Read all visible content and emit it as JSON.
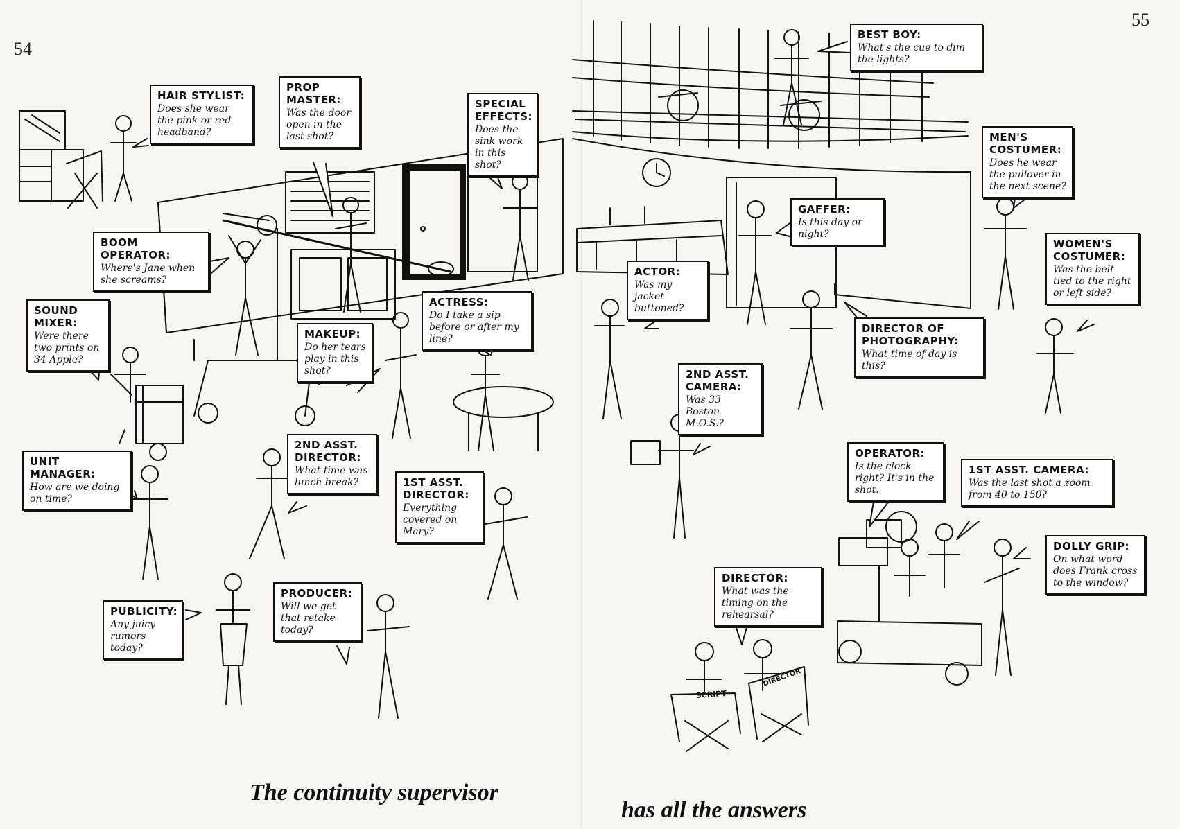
{
  "pages": {
    "left": "54",
    "right": "55"
  },
  "caption": {
    "left": "The continuity supervisor",
    "right": "has all the answers"
  },
  "bubbles": [
    {
      "id": "hair-stylist",
      "role": "Hair Stylist:",
      "question": "Does she wear the pink or red headband?"
    },
    {
      "id": "prop-master",
      "role": "Prop Master:",
      "question": "Was the door open in the last shot?"
    },
    {
      "id": "special-effects",
      "role": "Special Effects:",
      "question": "Does the sink work in this shot?"
    },
    {
      "id": "best-boy",
      "role": "Best Boy:",
      "question": "What's the cue to dim the lights?"
    },
    {
      "id": "mens-costumer",
      "role": "Men's Costumer:",
      "question": "Does he wear the pullover in the next scene?"
    },
    {
      "id": "boom-operator",
      "role": "Boom Operator:",
      "question": "Where's Jane when she screams?"
    },
    {
      "id": "gaffer",
      "role": "Gaffer:",
      "question": "Is this day or night?"
    },
    {
      "id": "womens-costumer",
      "role": "Women's Costumer:",
      "question": "Was the belt tied to the right or left side?"
    },
    {
      "id": "actor",
      "role": "Actor:",
      "question": "Was my jacket buttoned?"
    },
    {
      "id": "sound-mixer",
      "role": "Sound Mixer:",
      "question": "Were there two prints on 34 Apple?"
    },
    {
      "id": "actress",
      "role": "Actress:",
      "question": "Do I take a sip before or after my line?"
    },
    {
      "id": "makeup",
      "role": "Makeup:",
      "question": "Do her tears play in this shot?"
    },
    {
      "id": "director-of-photography",
      "role": "Director of Photography:",
      "question": "What time of day is this?"
    },
    {
      "id": "second-asst-camera",
      "role": "2nd Asst. Camera:",
      "question": "Was 33 Boston M.O.S.?"
    },
    {
      "id": "unit-manager",
      "role": "Unit Manager:",
      "question": "How are we doing on time?"
    },
    {
      "id": "second-asst-director",
      "role": "2nd Asst. Director:",
      "question": "What time was lunch break?"
    },
    {
      "id": "first-asst-director",
      "role": "1st Asst. Director:",
      "question": "Everything covered on Mary?"
    },
    {
      "id": "operator",
      "role": "Operator:",
      "question": "Is the clock right? It's in the shot."
    },
    {
      "id": "first-asst-camera",
      "role": "1st Asst. Camera:",
      "question": "Was the last shot a zoom from 40 to 150?"
    },
    {
      "id": "dolly-grip",
      "role": "Dolly Grip:",
      "question": "On what word does Frank cross to the window?"
    },
    {
      "id": "director",
      "role": "Director:",
      "question": "What was the timing on the rehearsal?"
    },
    {
      "id": "publicity",
      "role": "Publicity:",
      "question": "Any juicy rumors today?"
    },
    {
      "id": "producer",
      "role": "Producer:",
      "question": "Will we get that retake today?"
    }
  ],
  "chairs": {
    "script": "SCRIPT",
    "director": "DIRECTOR"
  }
}
